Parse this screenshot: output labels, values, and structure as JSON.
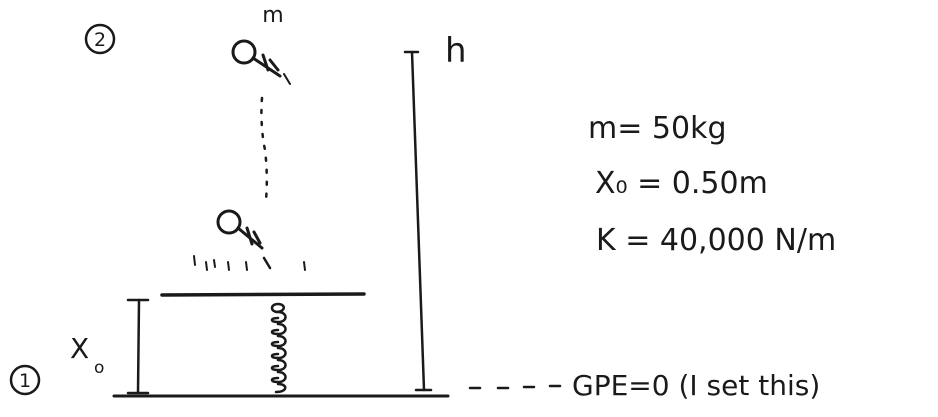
{
  "labels": {
    "state_top": "2",
    "state_bottom": "1",
    "mass_label": "m",
    "height_label": "h",
    "compression_label": "X",
    "compression_sub": "o",
    "reference_note": "GPE=0 (I set this)"
  },
  "givens": [
    {
      "text": "m= 50kg"
    },
    {
      "text": "X₀ = 0.50m"
    },
    {
      "text": "K = 40,000 N/m"
    }
  ]
}
